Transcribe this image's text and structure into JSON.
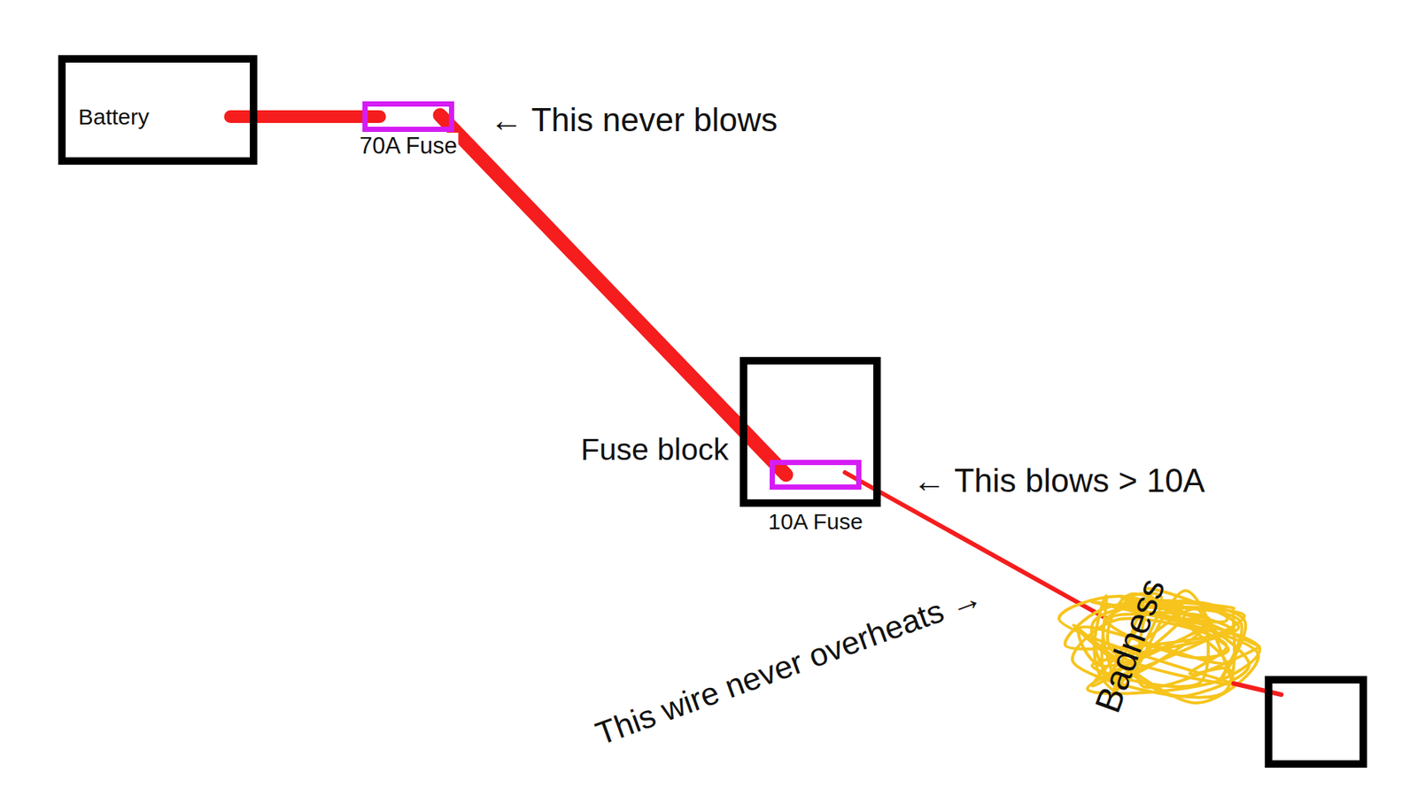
{
  "diagram": {
    "nodes": [
      {
        "text": [
          "Battery"
        ]
      },
      {
        "text": [
          "70A Fuse"
        ]
      },
      {
        "text": [
          "Fuse block"
        ]
      },
      {
        "text": [
          "10A Fuse"
        ],
        "in": 2
      }
    ],
    "edges": [
      {
        "from": 0,
        "to": 1,
        "arrow": "none"
      },
      {
        "from": 1,
        "to": 3,
        "arrow": "none"
      }
    ],
    "labels": [
      "← This never blows",
      "← This blows > 10A",
      "This wire never overheats →",
      "Badness"
    ]
  }
}
